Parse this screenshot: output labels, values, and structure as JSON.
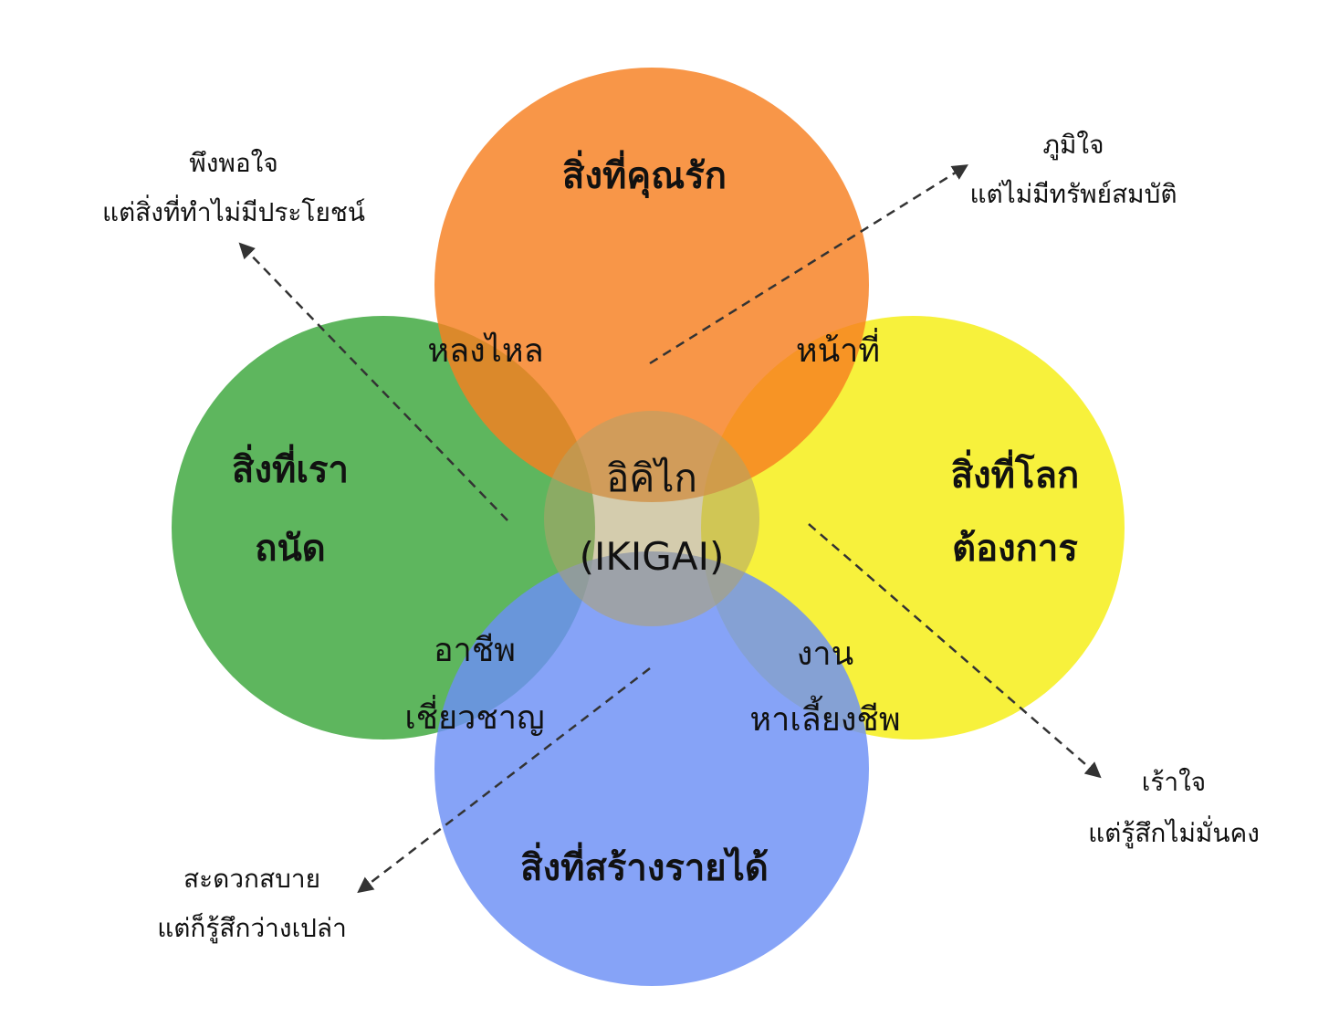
{
  "colors": {
    "love": "#f77f20",
    "good_at": "#4cae4c",
    "world_needs": "#f6ef1a",
    "paid_for": "#6b8ff5",
    "arrow": "#333333",
    "text": "#111111"
  },
  "circles": {
    "love": "สิ่งที่คุณรัก",
    "good_at": [
      "สิ่งที่เรา",
      "ถนัด"
    ],
    "world_needs": [
      "สิ่งที่โลก",
      "ต้องการ"
    ],
    "paid_for": "สิ่งที่สร้างรายได้"
  },
  "overlaps": {
    "passion": "หลงไหล",
    "mission": "หน้าที่",
    "profession": [
      "อาชีพ",
      "เชี่ยวชาญ"
    ],
    "vocation": [
      "งาน",
      "หาเลี้ยงชีพ"
    ]
  },
  "center": {
    "line1": "อิคิไก",
    "line2": "(IKIGAI)"
  },
  "notes": {
    "top_left": [
      "พึงพอใจ",
      "แต่สิ่งที่ทำไม่มีประโยชน์"
    ],
    "top_right": [
      "ภูมิใจ",
      "แต่ไม่มีทรัพย์สมบัติ"
    ],
    "bottom_right": [
      "เร้าใจ",
      "แต่รู้สึกไม่มั่นคง"
    ],
    "bottom_left": [
      "สะดวกสบาย",
      "แต่ก็รู้สึกว่างเปล่า"
    ]
  }
}
